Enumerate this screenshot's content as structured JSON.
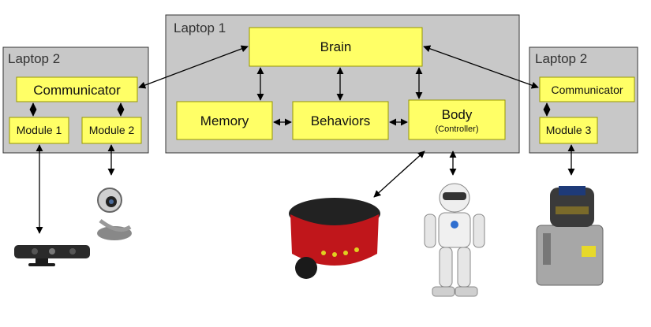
{
  "laptop_left": {
    "title": "Laptop 2",
    "communicator": "Communicator",
    "module_1": "Module 1",
    "module_2": "Module 2"
  },
  "laptop_center": {
    "title": "Laptop 1",
    "brain": "Brain",
    "memory": "Memory",
    "behaviors": "Behaviors",
    "body": "Body",
    "body_sub": "(Controller)"
  },
  "laptop_right": {
    "title": "Laptop 2",
    "communicator": "Communicator",
    "module_3": "Module 3"
  },
  "colors": {
    "panel_fill": "#c8c8c8",
    "box_fill": "#ffff66",
    "box_border": "#999900"
  },
  "devices": [
    "kinect-sensor",
    "webcam",
    "mobile-robot-base",
    "humanoid-robot",
    "laser-rangefinder"
  ]
}
